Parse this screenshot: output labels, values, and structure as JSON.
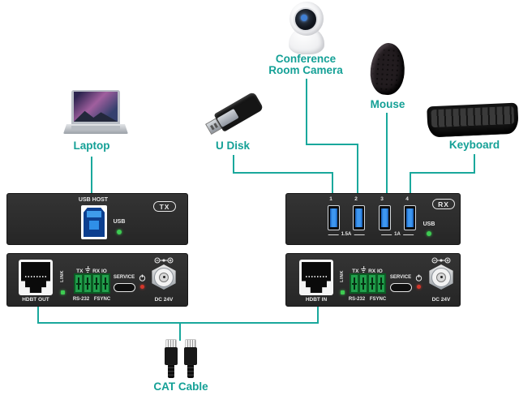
{
  "colors": {
    "accent_teal": "#14a096",
    "line_teal": "#1aa89c",
    "panel_black": "#2b2b2b",
    "usb_blue": "#2f8fe8",
    "led_green": "#3ecb52",
    "led_red": "#d5372b",
    "terminal_green": "#21a04c"
  },
  "devices": {
    "laptop": {
      "label": "Laptop"
    },
    "u_disk": {
      "label": "U Disk"
    },
    "camera": {
      "label_line1": "Conference",
      "label_line2": "Room Camera"
    },
    "mouse": {
      "label": "Mouse"
    },
    "keyboard": {
      "label": "Keyboard"
    },
    "cat_cable": {
      "label": "CAT Cable"
    }
  },
  "tx_unit": {
    "badge": "TX",
    "usb_host_label": "USB HOST",
    "usb_led_label": "USB",
    "hdbt_label": "HDBT OUT",
    "link_label": "LINK",
    "io_left": "TX",
    "io_right": "RX IO",
    "rs232_label": "RS-232",
    "fsync_label": "FSYNC",
    "service_label": "SERVICE",
    "dc_label": "DC 24V"
  },
  "rx_unit": {
    "badge": "RX",
    "ports": [
      "1",
      "2",
      "3",
      "4"
    ],
    "current_group1": "1.5A",
    "current_group2": "1A",
    "usb_led_label": "USB",
    "hdbt_label": "HDBT IN",
    "link_label": "LINK",
    "io_left": "TX",
    "io_right": "RX IO",
    "rs232_label": "RS-232",
    "fsync_label": "FSYNC",
    "service_label": "SERVICE",
    "dc_label": "DC 24V"
  }
}
